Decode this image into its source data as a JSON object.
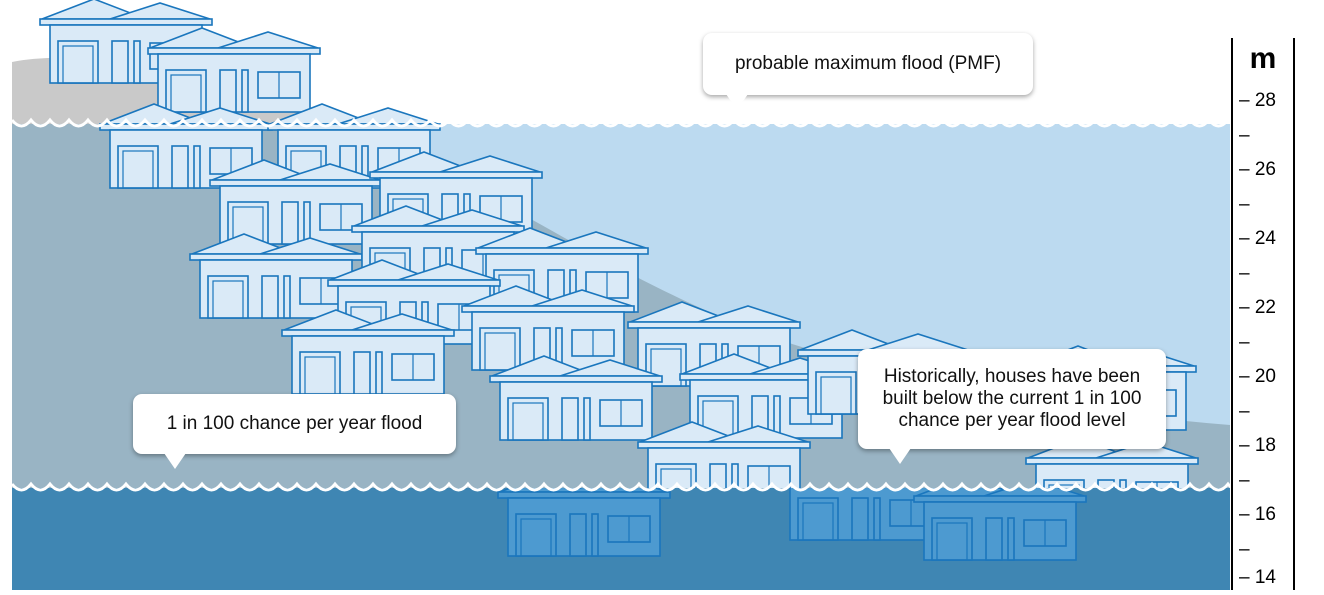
{
  "callouts": {
    "pmf": "probable maximum flood (PMF)",
    "one_in_100": "1 in 100 chance per year flood",
    "historic": "Historically, houses have been built below the current 1 in 100 chance per year flood level"
  },
  "scale": {
    "unit": "m",
    "labels": [
      "28",
      "26",
      "24",
      "22",
      "20",
      "18",
      "16",
      "14"
    ]
  },
  "colors": {
    "hill": "#c9c9c9",
    "pmf_water": "#bcdaf0",
    "hill_under_water": "#99b4c4",
    "flood_100": "#3f86b3",
    "house_line": "#1a76bd",
    "house_fill": "#daeaf7"
  }
}
